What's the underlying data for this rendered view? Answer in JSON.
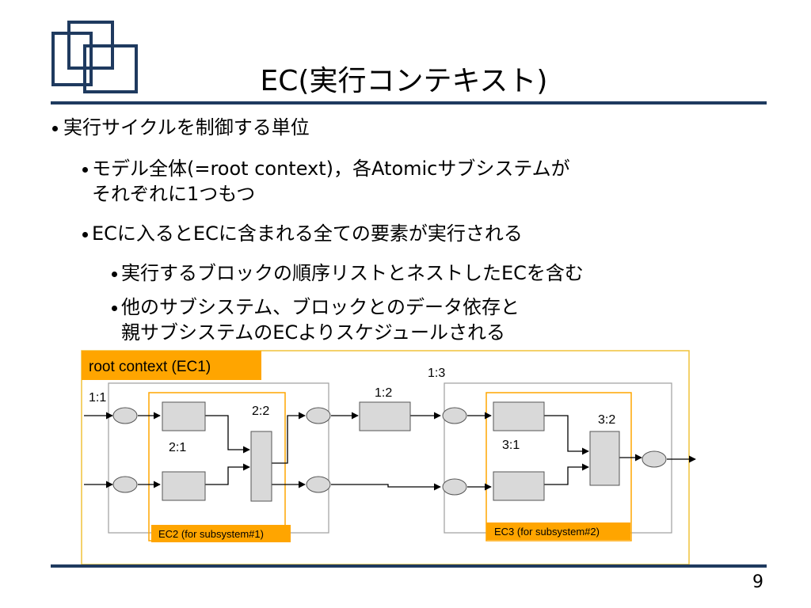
{
  "slide": {
    "title": "EC(実行コンテキスト)",
    "page_number": "9",
    "bullets": [
      {
        "level": 1,
        "lines": [
          "実行サイクルを制御する単位"
        ]
      },
      {
        "level": 2,
        "lines": [
          "モデル全体(=root context)，各Atomicサブシステムが",
          "それぞれに1つもつ"
        ]
      },
      {
        "level": 2,
        "lines": [
          "ECに入るとECに含まれる全ての要素が実行される"
        ]
      },
      {
        "level": 3,
        "lines": [
          "実行するブロックの順序リストとネストしたECを含む"
        ]
      },
      {
        "level": 3,
        "lines": [
          "他のサブシステム、ブロックとのデータ依存と",
          "親サブシステムのECよりスケジュールされる"
        ]
      }
    ]
  },
  "diagram": {
    "root_label": "root context (EC1)",
    "ec2_label": "EC2 (for subsystem#1)",
    "ec3_label": "EC3 (for subsystem#2)",
    "node_labels": {
      "n1_1": "1:1",
      "n1_2": "1:2",
      "n1_3": "1:3",
      "n2_1": "2:1",
      "n2_2": "2:2",
      "n3_1": "3:1",
      "n3_2": "3:2"
    }
  },
  "colors": {
    "accent_navy": "#1f3a5f",
    "highlight_orange": "#ffa500",
    "box_gray": "#d9d9d9",
    "border_gray": "#9e9e9e",
    "context_border": "#f0c23a"
  }
}
